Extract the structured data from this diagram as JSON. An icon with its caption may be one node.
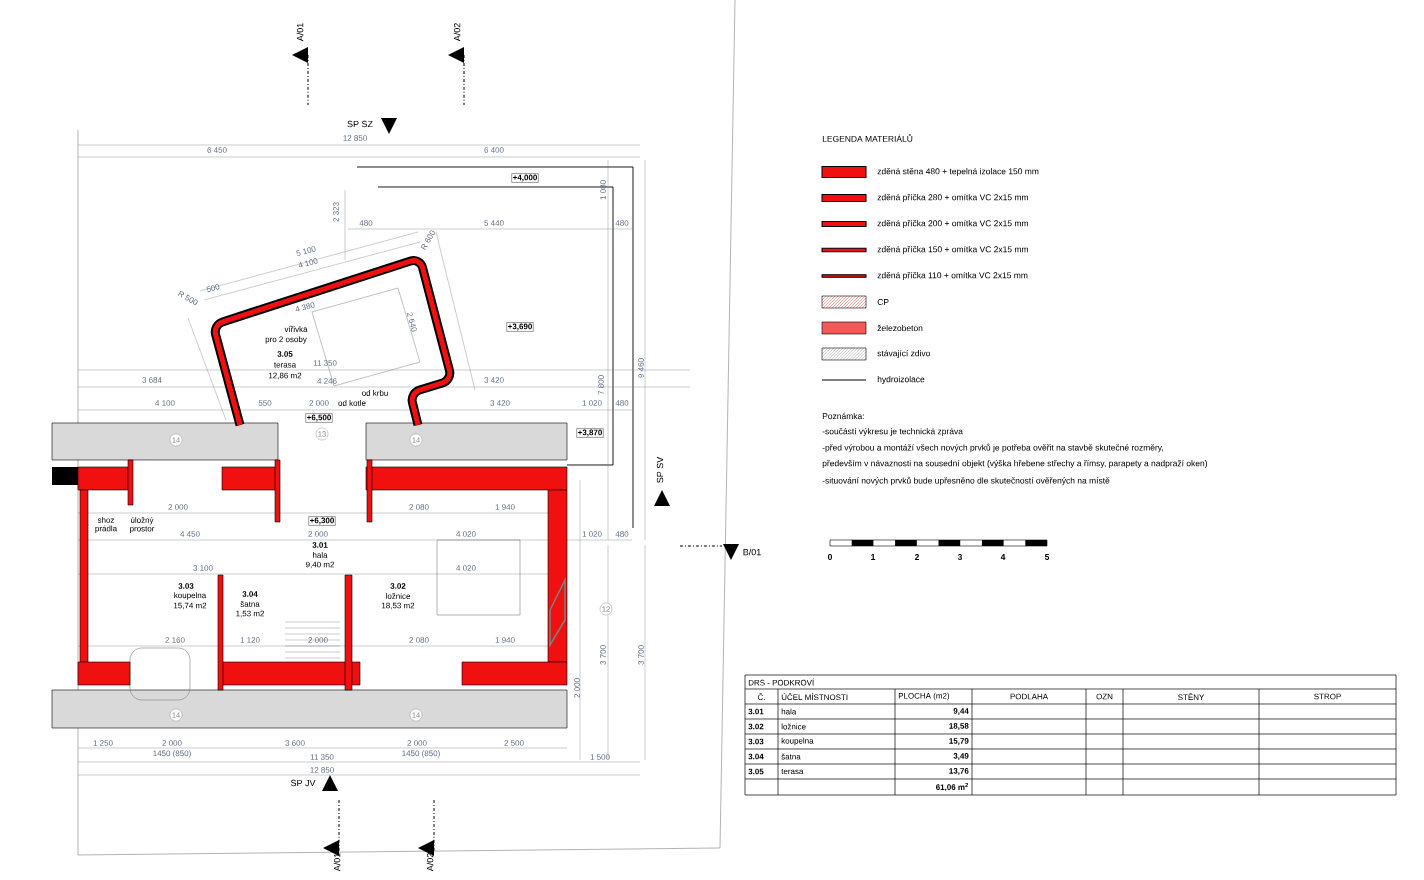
{
  "diagram": {
    "labels": [
      "A/01",
      "A/02",
      "SP SZ",
      "12 850",
      "6 450",
      "6 400",
      "+4,000",
      "1 080",
      "2 323",
      "480",
      "5 440",
      "480",
      "R 600",
      "5 100",
      "4 100",
      "500",
      "R 500",
      "4 380",
      "2 640",
      "vířivka",
      "+3,690",
      "pro 2 osoby",
      "3.05",
      "terasa",
      "12,86 m2",
      "11 350",
      "3 684",
      "4 246",
      "3 420",
      "7 800",
      "9 460",
      "od krbu",
      "4 100",
      "550",
      "2 000",
      "od kotle",
      "3 420",
      "1 020",
      "480",
      "+6,500",
      "13",
      "14",
      "14",
      "+3,870",
      "2 000",
      "2 080",
      "1 940",
      "+6,300",
      "shoz prádla",
      "úložný prostor",
      "4 450",
      "2 000",
      "4 020",
      "1 020",
      "480",
      "3.01",
      "hala",
      "9,40 m2",
      "3 100",
      "4 020",
      "3.03",
      "koupelna",
      "15,74 m2",
      "3.04",
      "šatna",
      "1,53 m2",
      "3.02",
      "ložnice",
      "18,53 m2",
      "12",
      "2 160",
      "1 120",
      "2 000",
      "2 080",
      "1 940",
      "3 700",
      "3 700",
      "2 000",
      "14",
      "14",
      "1 250",
      "2 000",
      "1450 (850)",
      "3 600",
      "2 000",
      "1450 (850)",
      "2 500",
      "11 350",
      "1 500",
      "12 850",
      "SP JV",
      "A/01",
      "A/02",
      "SP SV",
      "B/01",
      "LEGENDA MATERIÁLŮ",
      "Poznámka:",
      "-součástí výkresu je technická zpráva",
      "-před výrobou a montáží všech nových prvků je potřeba ověřit na stavbě skutečné rozměry,",
      "především v návaznosti na sousední objekt (výška hřebene střechy a římsy, parapety a nadpraží oken)",
      "-situování nových prvků bude upřesněno dle skutečností ověřených na místě",
      "0",
      "1",
      "2",
      "3",
      "4",
      "5",
      "DRS - PODKROVÍ",
      "Č.",
      "ÚČEL MÍSTNOSTI",
      "PLOCHA (m2)",
      "PODLAHA",
      "OZN",
      "STĚNY",
      "STROP",
      "3.01",
      "hala",
      "9,44",
      "3.02",
      "ložnice",
      "18,58",
      "3.03",
      "koupelna",
      "15,79",
      "3.04",
      "šatna",
      "3,49",
      "3.05",
      "terasa",
      "13,76",
      "61,06 m$^{2}$"
    ],
    "legend": [
      {
        "text": "zděná stěna 480 + tepelná izolace 150 mm"
      },
      {
        "text": "zděná příčka 280 + omítka VC 2x15 mm"
      },
      {
        "text": "zděná příčka 200 + omítka VC 2x15 mm"
      },
      {
        "text": "zděná příčka 150 + omítka VC 2x15 mm"
      },
      {
        "text": "zděná příčka 110 + omítka VC 2x15 mm"
      },
      {
        "text": "CP"
      },
      {
        "text": "železobeton"
      },
      {
        "text": "stávající zdivo"
      },
      {
        "text": "hydroizolace"
      }
    ]
  }
}
